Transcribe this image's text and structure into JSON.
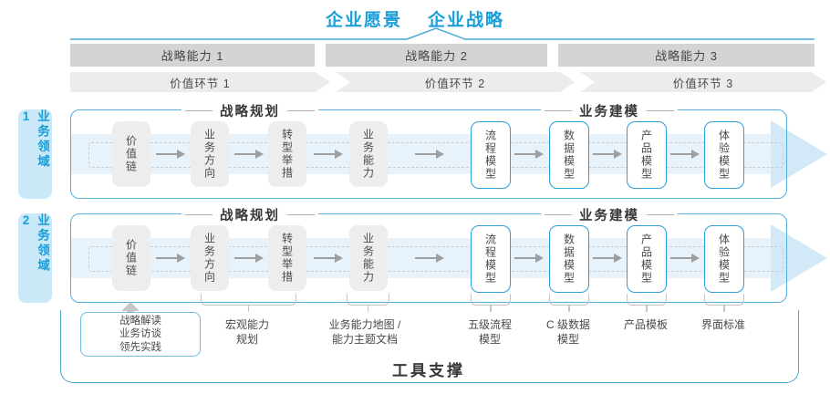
{
  "title": {
    "vision": "企业愿景",
    "strategy": "企业战略"
  },
  "capability_bands": [
    "战略能力 1",
    "战略能力 2",
    "战略能力 3"
  ],
  "value_bands": [
    "价值环节 1",
    "价值环节 2",
    "价值环节 3"
  ],
  "domains": [
    {
      "label": "业务领域 1"
    },
    {
      "label": "业务领域 2"
    }
  ],
  "sections": {
    "planning": "战略规划",
    "modeling": "业务建模"
  },
  "boxes": [
    {
      "label": "价值链",
      "variant": "gray"
    },
    {
      "label": "业务方向",
      "variant": "gray"
    },
    {
      "label": "转型举措",
      "variant": "gray"
    },
    {
      "label": "业务能力",
      "variant": "gray"
    },
    {
      "label": "流程模型",
      "variant": "blue"
    },
    {
      "label": "数据模型",
      "variant": "blue"
    },
    {
      "label": "产品模型",
      "variant": "blue"
    },
    {
      "label": "体验模型",
      "variant": "blue"
    }
  ],
  "annotations": {
    "practice_box": [
      "战略解读",
      "业务访谈",
      "领先实践"
    ],
    "labels": [
      "宏观能力\n规划",
      "业务能力地图 /\n能力主题文档",
      "五级流程\n模型",
      "C 级数据\n模型",
      "产品模板",
      "界面标准"
    ]
  },
  "footer": {
    "tools": "工具支撑"
  },
  "colors": {
    "accent_blue": "#1a9ed8",
    "container_border": "#55aedd",
    "model_box_border": "#2d9fd4",
    "band_fill": "#e7f2fa",
    "arrowhead_fill": "#d3e9f7",
    "capability_band": "#d4d4d4",
    "value_band": "#ececec",
    "gray_box": "#ededed"
  }
}
